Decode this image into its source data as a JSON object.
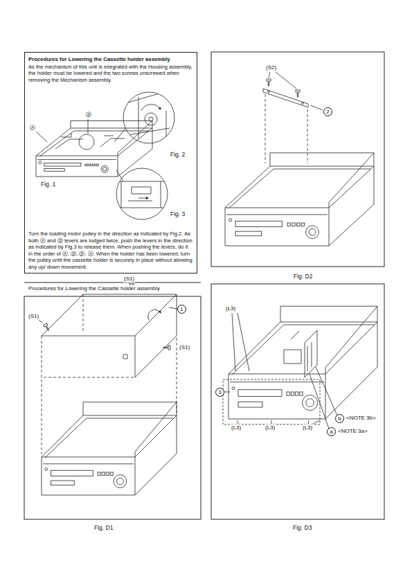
{
  "diagram": {
    "nodes": [
      {
        "text": [
          "Procedures for Lowering the Cassette holder assembly",
          "As the mechanism of this unit is integrated with the Housing assembly, the holder must be lowered and the two screws unscrewed when removing the Mechanism assembly.",
          "Turn the loading motor pulley in the direction as indicated by Fig.2. As both Ⓐ and Ⓑ levers are lodged twice, push the levers in the direction as indicated by Fig.3 to release them. When pushing the levers, do it in the order of Ⓐ, Ⓑ, Ⓑ, Ⓐ. When the holder has been lowered, turn the pulley until the cassette holder is securely in place without allowing any up/ down movement."
        ]
      }
    ],
    "labels": [
      "Ⓐ",
      "Ⓑ",
      "Fig. 2",
      "Fig. 1",
      "Fig. 3",
      "Procedures for Lowering the Cassette holder assembly",
      "(S1)",
      "(S1)",
      "1",
      "(S1)",
      "Fig. D1",
      "(S2)",
      "2",
      "Fig. D2",
      "(L3)",
      "(L3)",
      "(L3)",
      "(L3)",
      "3",
      "b",
      "<NOTE 3b>",
      "a",
      "<NOTE 3a>",
      "Fig. D3"
    ]
  }
}
